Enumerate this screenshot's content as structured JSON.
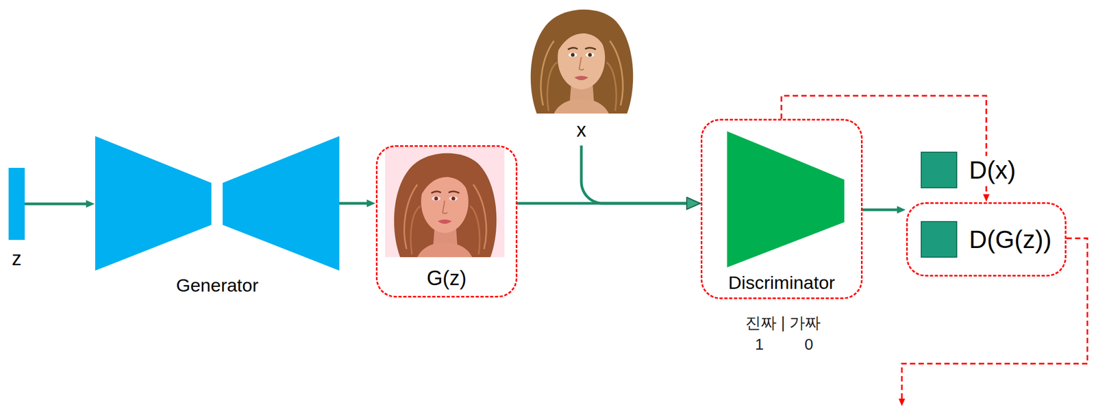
{
  "diagram": {
    "nodes": [
      {
        "text": [
          "z"
        ]
      },
      {
        "text": [
          "Generator"
        ]
      },
      {
        "text": [
          "G(z)"
        ]
      },
      {
        "text": [
          "x"
        ]
      },
      {
        "text": [
          "Discriminator"
        ]
      },
      {
        "text": [
          "D(x)"
        ]
      },
      {
        "text": [
          "D(G(z))"
        ]
      }
    ],
    "edges": [
      {
        "from": 0,
        "to": 1,
        "arrow": "to"
      },
      {
        "from": 1,
        "to": 2,
        "arrow": "to"
      },
      {
        "from": 2,
        "to": 4,
        "arrow": "to"
      },
      {
        "from": 3,
        "to": 4,
        "arrow": "to"
      },
      {
        "from": 4,
        "to": 6,
        "arrow": "to"
      },
      {
        "from": 4,
        "to": 6,
        "arrow": "to"
      }
    ],
    "labels": [
      "진짜 | 가짜",
      "1",
      "0"
    ]
  }
}
